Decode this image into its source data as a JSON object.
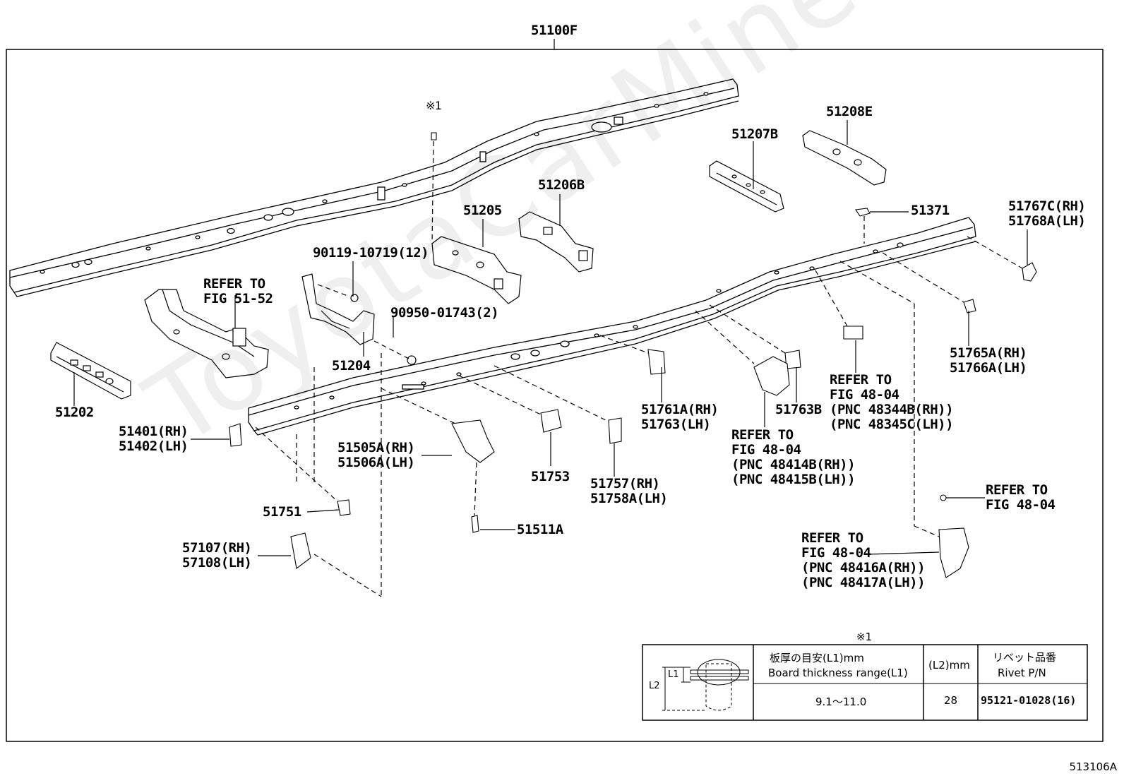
{
  "title": "51100F",
  "figure_id": "513106A",
  "watermark": "ToyotaCarMine.ru",
  "note_mark": "※1",
  "labels": {
    "l51100f": "51100F",
    "l51202": "51202",
    "refer_5152": [
      "REFER TO",
      "FIG 51-52"
    ],
    "l51204": "51204",
    "l51205": "51205",
    "l51206b": "51206B",
    "l51207b": "51207B",
    "l51208e": "51208E",
    "l51371": "51371",
    "l51767c": [
      "51767C(RH)",
      "51768A(LH)"
    ],
    "l51765a": [
      "51765A(RH)",
      "51766A(LH)"
    ],
    "l90119": "90119-10719(12)",
    "l90950": "90950-01743(2)",
    "l51401": [
      "51401(RH)",
      "51402(LH)"
    ],
    "l51505a": [
      "51505A(RH)",
      "51506A(LH)"
    ],
    "l51753": "51753",
    "l51757": [
      "51757(RH)",
      "51758A(LH)"
    ],
    "l51761a": [
      "51761A(RH)",
      "51763(LH)"
    ],
    "l51763b": "51763B",
    "refer_48344": [
      "REFER TO",
      "FIG 48-04",
      "(PNC 48344B(RH))",
      "(PNC 48345C(LH))"
    ],
    "refer_48414": [
      "REFER TO",
      "FIG 48-04",
      "(PNC 48414B(RH))",
      "(PNC 48415B(LH))"
    ],
    "refer_48_04": [
      "REFER TO",
      "FIG 48-04"
    ],
    "refer_48416": [
      "REFER TO",
      "FIG 48-04",
      "(PNC 48416A(RH))",
      "(PNC 48417A(LH))"
    ],
    "l51751": "51751",
    "l51511a": "51511A",
    "l57107": [
      "57107(RH)",
      "57108(LH)"
    ]
  },
  "rivet_table": {
    "mark": "※1",
    "col1_jp": "板厚の目安(L1)mm",
    "col1_en": "Board thickness range(L1)",
    "col2": "(L2)mm",
    "col3_jp": "リベット品番",
    "col3_en": "Rivet P/N",
    "dim_l1": "L1",
    "dim_l2": "L2",
    "row": {
      "thickness": "9.1〜11.0",
      "l2": "28",
      "rivet_pn": "95121-01028(16)"
    }
  }
}
